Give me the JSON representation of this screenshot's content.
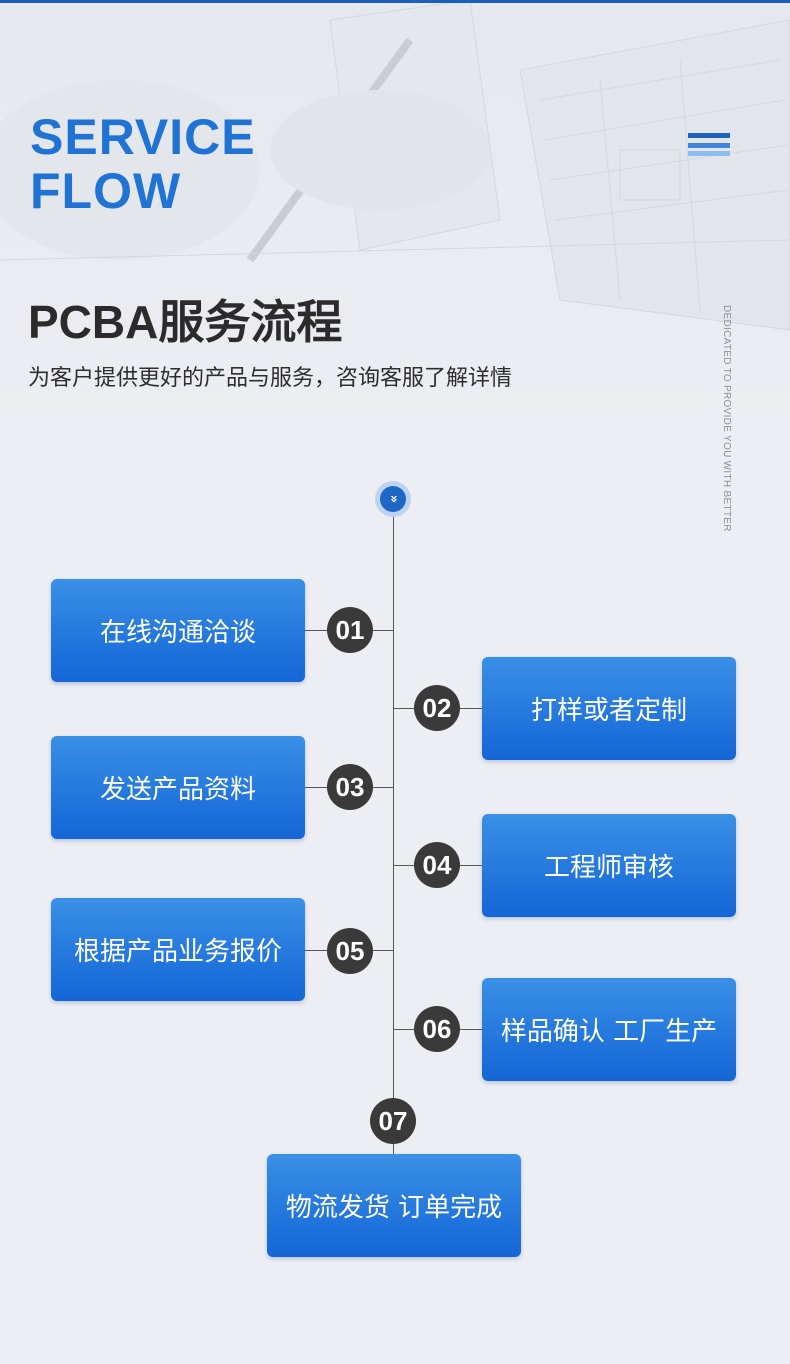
{
  "header": {
    "service_title_line1": "SERVICE",
    "service_title_line2": "FLOW",
    "main_title": "PCBA服务流程",
    "subtitle": "为客户提供更好的产品与服务，咨询客服了解详情",
    "vertical_tagline": "DEDICATED TO PROVIDE YOU WITH BETTER"
  },
  "icons": {
    "menu": "menu-icon",
    "start": "chevron-double-down-icon",
    "start_glyph": "»"
  },
  "colors": {
    "accent_blue": "#1f73d4",
    "box_top": "#3a8fe6",
    "box_bottom": "#1466d6",
    "number_circle": "#3a3a3a"
  },
  "steps": [
    {
      "number": "01",
      "label": "在线沟通洽谈"
    },
    {
      "number": "02",
      "label": "打样或者定制"
    },
    {
      "number": "03",
      "label": "发送产品资料"
    },
    {
      "number": "04",
      "label": "工程师审核"
    },
    {
      "number": "05",
      "label": "根据产品业务报价"
    },
    {
      "number": "06",
      "label": "样品确认 工厂生产"
    },
    {
      "number": "07",
      "label": "物流发货 订单完成"
    }
  ]
}
